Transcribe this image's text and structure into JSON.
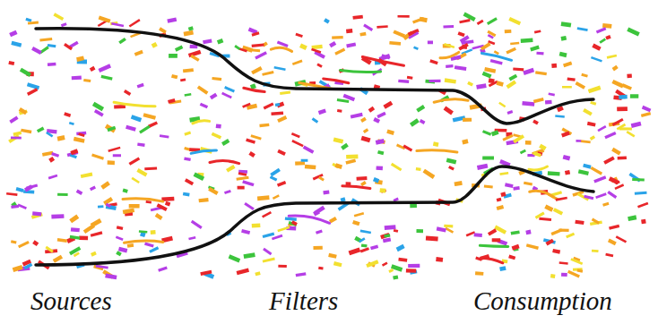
{
  "diagram": {
    "labels": [
      "Sources",
      "Filters",
      "Consumption"
    ]
  }
}
